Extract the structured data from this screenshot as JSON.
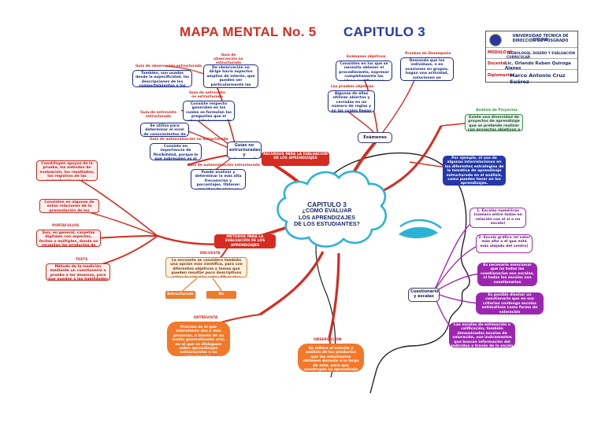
{
  "header": {
    "title_left": "MAPA MENTAL No. 5",
    "title_right": "CAPITULO 3"
  },
  "info_box": {
    "university": "UNIVERSIDAD TECNICA DE ORURO",
    "direction": "DIRECCIÓN DE POSGRADO",
    "module_key": "MÓDULO VI:",
    "module_val": "TECNOLOGÍA, DISEÑO Y EVALUACIÓN CURRICULAR",
    "teacher_key": "Docente:",
    "teacher_val": "Lic. Orlando Ruben Quiroga Alanes",
    "student_key": "Diplomante:",
    "student_val": "Marco Antonio Cruz Suárez"
  },
  "center": {
    "line1": "CAPITULO 3",
    "line2": "¿COMO EVALUAR",
    "line3": "LOS APRENDIZAJES",
    "line4": "DE LOS ESTUDIANTES?"
  },
  "top_left": {
    "hub": "Guías no estructuradas y estructuradas",
    "recursos": "RECURSOS PARA LA EVALUACIÓN DE LOS APRENDIZAJES",
    "observacion_estructurada_label": "Guía de observación estructurada",
    "observacion_estructurada_text": "También, son usados desde la especificidad, las descripciones de los comportamientos o los indicadores de los análisis específicos a observar.",
    "observacion_no_estructurada_label": "Guía de observación no estructurada",
    "observacion_no_estructurada_text": "De observación no dirige hacia aspectos amplios de interés, que pueden ser particularmente las competencias planteadas en los programas.",
    "entrevista_no_label": "Guía de entrevista no estructurada",
    "entrevista_no_text": "Consiste respecto generales en los cuales se formulan las preguntas que el entrevistador necesita aun en el camino.",
    "entrevista_est_label": "Guía de entrevista estructurada",
    "entrevista_est_text": "Se utiliza para determinar el nivel de conocimientos de los alumnos.",
    "autoevaluacion_no_label": "Guía de autoevaluación no estructurada",
    "autoevaluacion_no_text": "Consiste en importancia de flexibilidad, porque le que sobresalen es el análisis del discurso escrito u oral.",
    "autoevaluacion_est_label": "Guía de autoevaluación estructurada",
    "autoevaluacion_est_text": "Puede analizar y determinar la más alta frecuencias y porcentajes. Obtener una idea de cómo se sitúan los sobresalientes estudiantes."
  },
  "top_right": {
    "hub": "Exámenes",
    "objetivas_label": "Exámenes objetivos",
    "objetivas_text": "Consisten en los que se necesita obtener el procedimiento, expresar completamente las ideas, justificar sus argumentos, conceptos, valorar cuales profesionales.",
    "desempeno_label": "Pruebas de Desempeño",
    "desempeno_text": "Demanda que los individuos, o en ocasiones en grupos, hagan una actividad, solucionen un problema o elaboren algunos contenidos claves.",
    "pruebas_label": "Las pruebas objetivas",
    "pruebas_text": "Algunas de ellas utilizan abiertas y cerradas en un número de reglas y en las cuales llegan desarrollarse su respuesta a las preguntas.",
    "proyectos_label": "Análisis de Proyectos",
    "proyectos_text": "Existe una diversidad de proyectos de aprendizaje que se pretende realizar con proyectos objetivos o resultados concretos.",
    "example_text": "Por ejemplo, el uso de algunas interrelaciones en las diferentes estrategias de la temática de aprendizaje estructurada en el análisis, como pueden tener en los aprendizajes."
  },
  "left": {
    "intro_text": "Constituyen apoyos de la prueba, los métodos de evaluación, los resultados, los registros de las competencias en los procesos de aprendizaje en el periodo realizado.",
    "consiste_text": "Consisten en algunas de estas relaciones de la presentación de los productos de aprendizaje del estudiante.",
    "portafolios_label": "PORTAFOLIOS",
    "portafolios_text": "Son, en general, carpetas digitales con aspectos, fechas o múltiples, donde se recopilan los productos de aprendizaje durante un periodo determinado.",
    "test_label": "TESTS",
    "test_text": "Método de la medición mediante un cuestionario o prueba a las alumnos, para que puedan a las habilidades de sus competencias, actitudes.",
    "metodos_hub": "MÉTODOS PARA LA EVALUACIÓN DE LOS APRENDIZAJES",
    "encuesta_label": "ENCUESTA",
    "encuesta_text": "La encuesta se considera también una opción más científica, para con diferentes objetivos y temas que pueden resultar poco descriptivos sobre la relación entre diferentes variables en el estudio acerca de un fenómeno.",
    "estructurada": "Estructurada",
    "no_estructurada": "No Estructurada"
  },
  "bottom": {
    "entrevista_label": "ENTREVISTA",
    "entrevista_text": "Proceso en el que intervienen dos o más personas, a través de un medio generalmente oral, en el que se dialoguen sobre aprendizajes estructurales o no estructurales.",
    "observacion_label": "OBSERVACIÓN",
    "observacion_text": "Se refiere al estudio y análisis de los productos que los estudiantes obtienen durante a lo largo de esta, para que construyan su aprendizaje en el proceso de los aprendizajes."
  },
  "right": {
    "hub": "Cuestionarios y escalas",
    "item1": "1. Escalas numéricas (número entre todas en relación con el sí o no escala)",
    "item2": "2. Escala gráfica (el valor más alto o el que está más alejado del centro)",
    "item3": "Es necesario mencionar que no todas las cuestionarios son escalas, ni todas las escalas son cuestionarios",
    "item4": "Es posible diseñar un cuestionario que en sus criterios contenga escalas estimativas como forma de valoración",
    "item5": "Las escalas de estimación o calificación, también denominadas escalas de valoración, son instrumentos que buscan información del individuo a través de la escala de actitud de otros individuos."
  }
}
